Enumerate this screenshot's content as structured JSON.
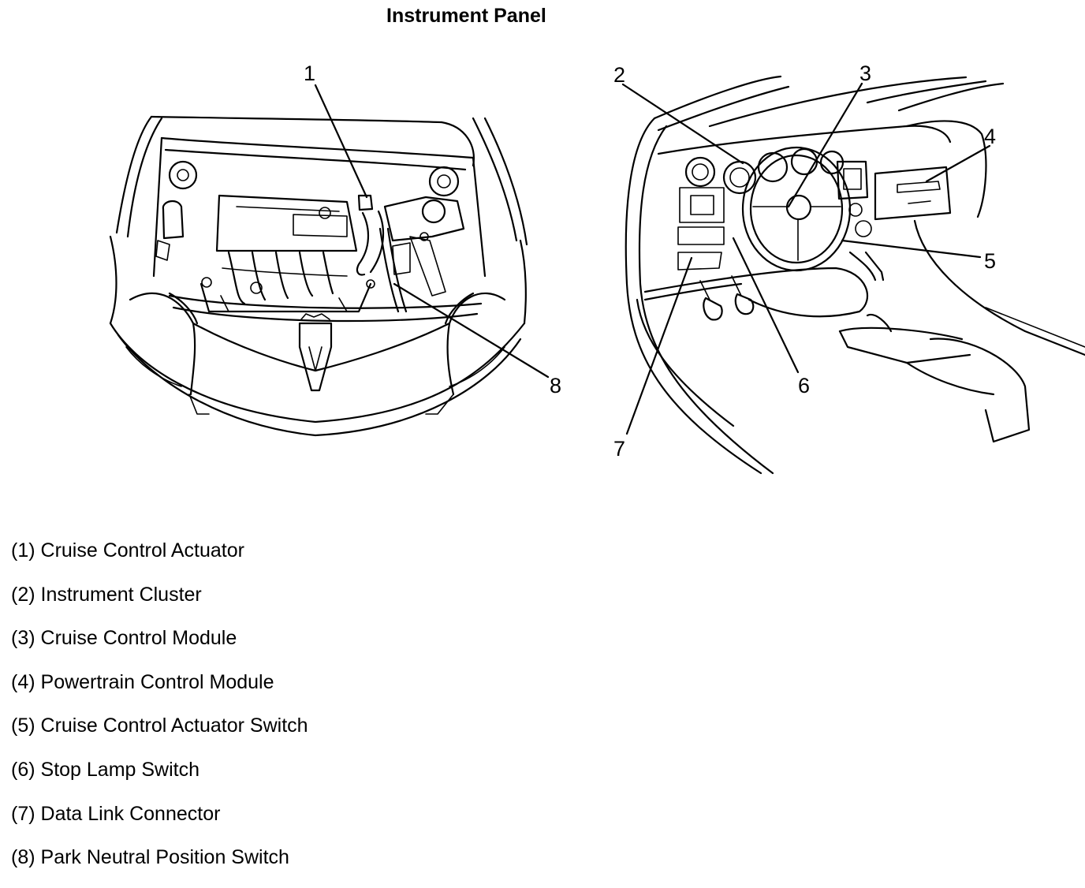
{
  "title": "Instrument Panel",
  "callouts": [
    "1",
    "2",
    "3",
    "4",
    "5",
    "6",
    "7",
    "8"
  ],
  "legend": [
    {
      "num": "(1)",
      "label": "Cruise Control Actuator"
    },
    {
      "num": "(2)",
      "label": "Instrument Cluster"
    },
    {
      "num": "(3)",
      "label": "Cruise Control Module"
    },
    {
      "num": "(4)",
      "label": "Powertrain Control Module"
    },
    {
      "num": "(5)",
      "label": "Cruise Control Actuator Switch"
    },
    {
      "num": "(6)",
      "label": "Stop Lamp Switch"
    },
    {
      "num": "(7)",
      "label": "Data Link Connector"
    },
    {
      "num": "(8)",
      "label": "Park Neutral Position Switch"
    }
  ]
}
